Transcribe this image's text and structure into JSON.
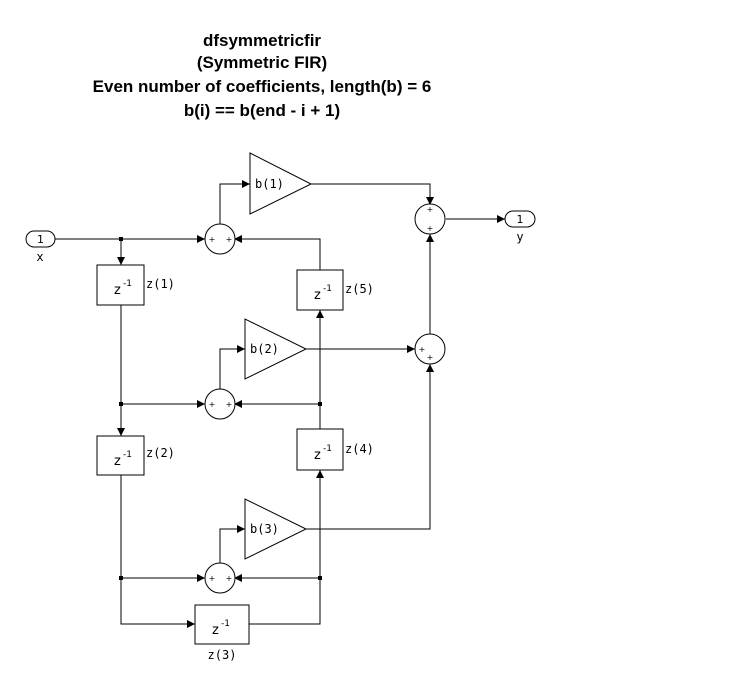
{
  "title": {
    "line1": "dfsymmetricfir",
    "line2": "(Symmetric FIR)",
    "line3": "Even number of coefficients, length(b) = 6",
    "line4": "b(i) == b(end - i + 1)"
  },
  "ports": {
    "input": {
      "number": "1",
      "label": "x"
    },
    "output": {
      "number": "1",
      "label": "y"
    }
  },
  "gains": [
    "b(1)",
    "b(2)",
    "b(3)"
  ],
  "delays": {
    "symbol": "z",
    "exponent": "-1",
    "labels": [
      "z(1)",
      "z(2)",
      "z(3)",
      "z(4)",
      "z(5)"
    ]
  },
  "sum_sign": "+"
}
